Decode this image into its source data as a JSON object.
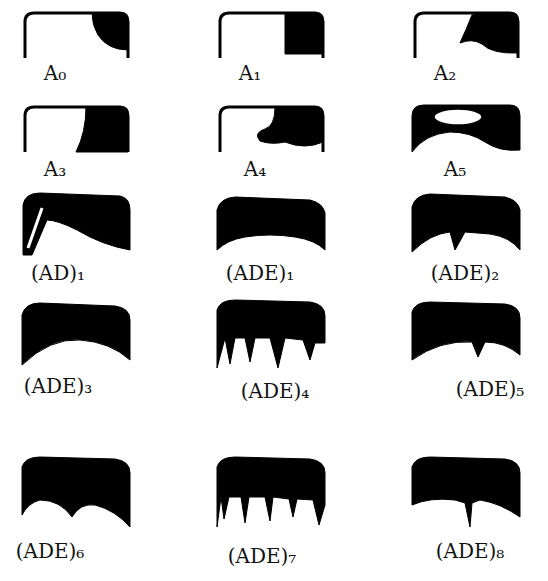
{
  "diagram": {
    "labels": [
      "A₀",
      "A₁",
      "A₂",
      "A₃",
      "A₄",
      "A₅",
      "(AD)₁",
      "(ADE)₁",
      "(ADE)₂",
      "(ADE)₃",
      "(ADE)₄",
      "(ADE)₅",
      "(ADE)₆",
      "(ADE)₇",
      "(ADE)₈"
    ]
  }
}
